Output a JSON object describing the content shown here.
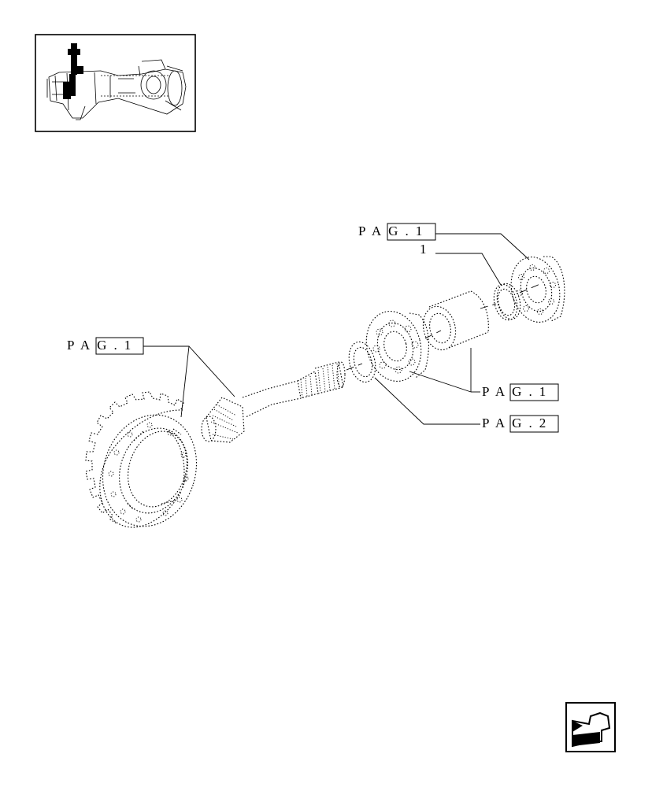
{
  "callouts": {
    "top_ref": "PAG.1",
    "item_number": "1",
    "left_ref": "PAG.1",
    "right_ref_upper": "PAG.1",
    "right_ref_lower": "PAG.2"
  },
  "icons": {
    "thumbnail": "axle-assembly-thumbnail",
    "nav": "previous-page-arrow-icon"
  }
}
